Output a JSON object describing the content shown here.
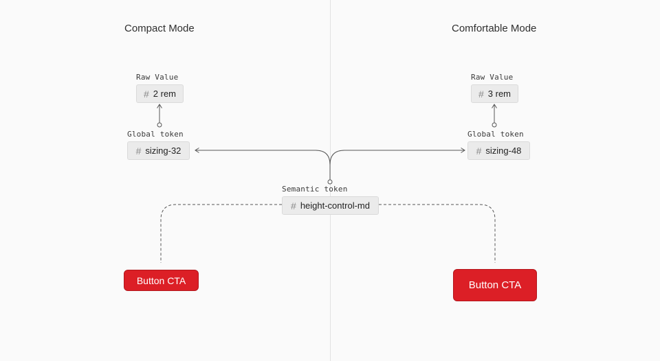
{
  "modes": {
    "compact": {
      "title": "Compact Mode",
      "raw_label": "Raw Value",
      "raw_value": "2 rem",
      "global_label": "Global token",
      "global_value": "sizing-32",
      "button_label": "Button CTA"
    },
    "comfortable": {
      "title": "Comfortable Mode",
      "raw_label": "Raw Value",
      "raw_value": "3 rem",
      "global_label": "Global token",
      "global_value": "sizing-48",
      "button_label": "Button CTA"
    }
  },
  "semantic": {
    "label": "Semantic token",
    "value": "height-control-md"
  },
  "hash_symbol": "#",
  "colors": {
    "button": "#dc1f26",
    "chip": "#ebebeb",
    "connector": "#555555",
    "background": "#fafafa"
  },
  "icons": {
    "token": "hash-icon"
  }
}
